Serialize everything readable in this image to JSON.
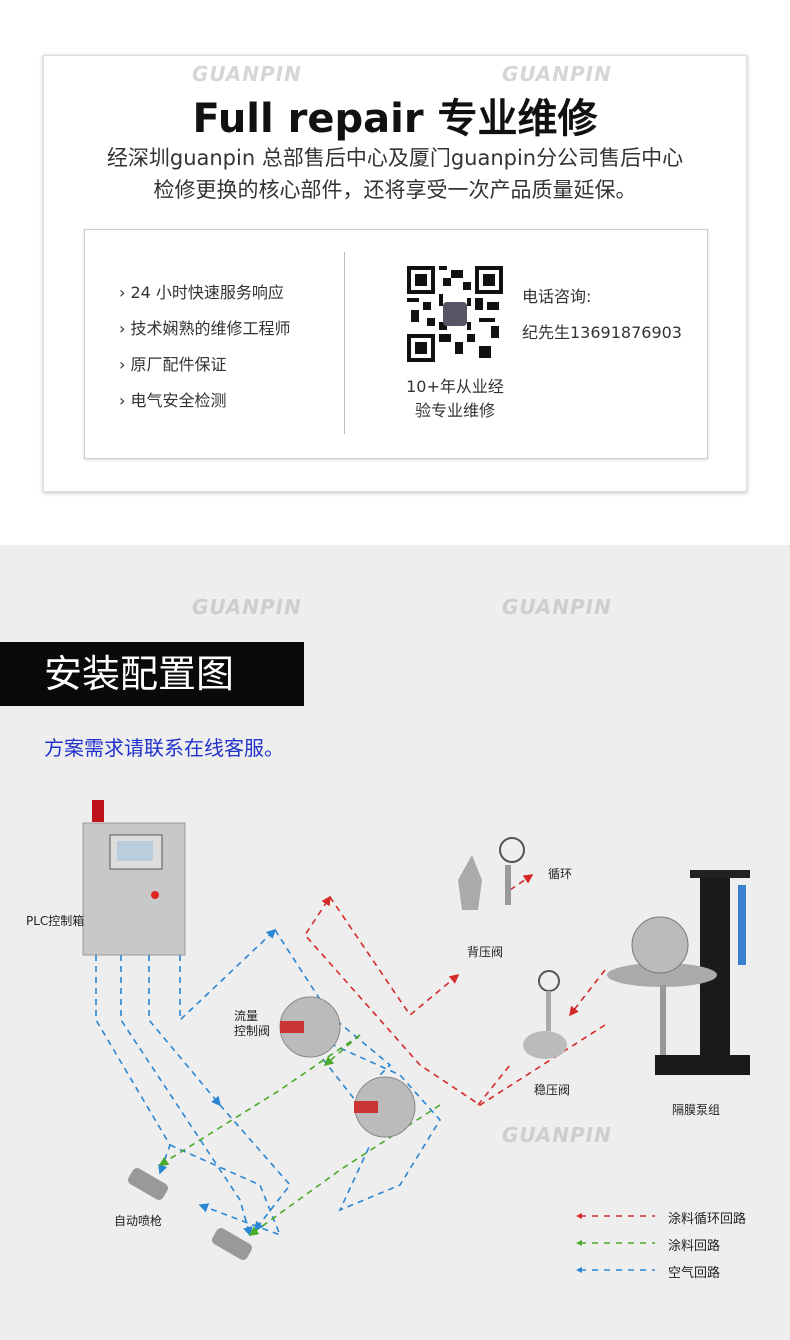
{
  "watermark": "GUANPIN",
  "repair": {
    "title": "Full repair 专业维修",
    "desc_line1": "经深圳guanpin 总部售后中心及厦门guanpin分公司售后中心",
    "desc_line2": "检修更换的核心部件，还将享受一次产品质量延保。",
    "features": [
      "› 24 小时快速服务响应",
      "› 技术娴熟的维修工程师",
      "› 原厂配件保证",
      "› 电气安全检测"
    ],
    "qr_caption_line1": "10+年从业经",
    "qr_caption_line2": "验专业维修",
    "phone_label": "电话咨询:",
    "phone_contact": "纪先生13691876903"
  },
  "install": {
    "banner": "安装配置图",
    "subtitle": "方案需求请联系在线客服。",
    "labels": {
      "plc": "PLC控制箱",
      "flow1": "流量",
      "flow2": "控制阀",
      "back_valve": "背压阀",
      "cycle": "循环",
      "stabilizer": "稳压阀",
      "pump": "隔膜泵组",
      "gun": "自动喷枪"
    },
    "legend": [
      {
        "label": "涂料循环回路",
        "color": "#d42a2a"
      },
      {
        "label": "涂料回路",
        "color": "#4aaa2a"
      },
      {
        "label": "空气回路",
        "color": "#2a86d4"
      }
    ]
  }
}
